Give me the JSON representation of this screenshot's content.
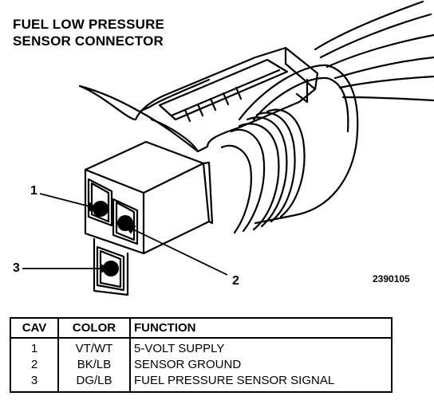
{
  "title": {
    "line1": "FUEL LOW PRESSURE",
    "line2": "SENSOR CONNECTOR"
  },
  "callouts": [
    "1",
    "2",
    "3"
  ],
  "figure_id": "2390105",
  "table": {
    "headers": [
      "CAV",
      "COLOR",
      "FUNCTION"
    ],
    "rows": [
      [
        "1",
        "VT/WT",
        "5-VOLT SUPPLY"
      ],
      [
        "2",
        "BK/LB",
        "SENSOR GROUND"
      ],
      [
        "3",
        "DG/LB",
        "FUEL PRESSURE SENSOR SIGNAL"
      ]
    ]
  }
}
